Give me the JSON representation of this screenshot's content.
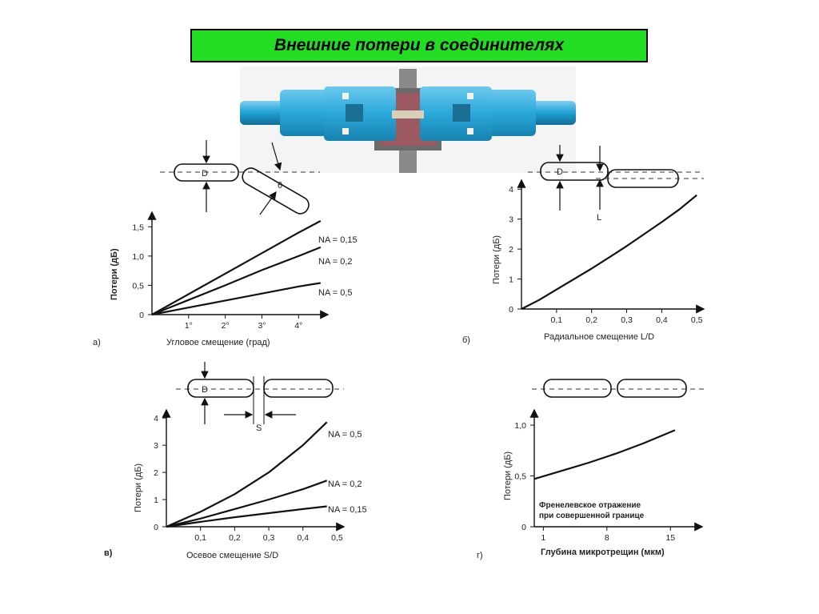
{
  "title": "Внешние потери в соединителях",
  "colors": {
    "title_bg": "#22dd22",
    "connector_blue": "#29a9d8",
    "ink": "#111111"
  },
  "panels": {
    "a": {
      "letter": "а)",
      "ylabel": "Потери (дБ)",
      "xlabel": "Угловое смещение (град)",
      "diagram_labels": {
        "d": "D",
        "theta": "θ"
      }
    },
    "b": {
      "letter": "б)",
      "ylabel": "Потери (дБ)",
      "xlabel": "Радиальное смещение L/D",
      "diagram_labels": {
        "d": "D",
        "l": "L"
      }
    },
    "v": {
      "letter": "в)",
      "ylabel": "Потери (дБ)",
      "xlabel": "Осевое смещение S/D",
      "diagram_labels": {
        "d": "D",
        "s": "S"
      }
    },
    "g": {
      "letter": "г)",
      "ylabel": "Потери (дБ)",
      "xlabel": "Глубина микротрещин (мкм)",
      "note_line1": "Френелевское отражение",
      "note_line2": "при совершенной границе"
    }
  },
  "chart_data": [
    {
      "id": "a",
      "type": "line",
      "xlabel": "Угловое смещение (град)",
      "ylabel": "Потери (дБ)",
      "xlim": [
        0,
        4.8
      ],
      "ylim": [
        0,
        1.75
      ],
      "xticks": [
        {
          "v": 1,
          "label": "1°"
        },
        {
          "v": 2,
          "label": "2°"
        },
        {
          "v": 3,
          "label": "3°"
        },
        {
          "v": 4,
          "label": "4°"
        }
      ],
      "yticks": [
        {
          "v": 0,
          "label": "0"
        },
        {
          "v": 0.5,
          "label": "0,5"
        },
        {
          "v": 1.0,
          "label": "1,0"
        },
        {
          "v": 1.5,
          "label": "1,5"
        }
      ],
      "series": [
        {
          "name": "NA = 0,15",
          "x": [
            0,
            1,
            2,
            3,
            4,
            4.6
          ],
          "y": [
            0,
            0.35,
            0.7,
            1.05,
            1.4,
            1.6
          ]
        },
        {
          "name": "NA = 0,2",
          "x": [
            0,
            1,
            2,
            3,
            4,
            4.6
          ],
          "y": [
            0,
            0.25,
            0.5,
            0.76,
            1.0,
            1.15
          ]
        },
        {
          "name": "NA = 0,5",
          "x": [
            0,
            1,
            2,
            3,
            4,
            4.6
          ],
          "y": [
            0,
            0.12,
            0.24,
            0.36,
            0.48,
            0.54
          ]
        }
      ]
    },
    {
      "id": "b",
      "type": "line",
      "xlabel": "Радиальное смещение L/D",
      "ylabel": "Потери (дБ)",
      "xlim": [
        0,
        0.52
      ],
      "ylim": [
        0,
        4.3
      ],
      "xticks": [
        {
          "v": 0.1,
          "label": "0,1"
        },
        {
          "v": 0.2,
          "label": "0,2"
        },
        {
          "v": 0.3,
          "label": "0,3"
        },
        {
          "v": 0.4,
          "label": "0,4"
        },
        {
          "v": 0.5,
          "label": "0,5"
        }
      ],
      "yticks": [
        {
          "v": 0,
          "label": "0"
        },
        {
          "v": 1,
          "label": "1"
        },
        {
          "v": 2,
          "label": "2"
        },
        {
          "v": 3,
          "label": "3"
        },
        {
          "v": 4,
          "label": "4"
        }
      ],
      "series": [
        {
          "x": [
            0.0,
            0.05,
            0.1,
            0.15,
            0.2,
            0.25,
            0.3,
            0.35,
            0.4,
            0.45,
            0.5
          ],
          "y": [
            0.0,
            0.3,
            0.65,
            1.0,
            1.35,
            1.72,
            2.1,
            2.5,
            2.9,
            3.32,
            3.8
          ]
        }
      ]
    },
    {
      "id": "v",
      "type": "line",
      "xlabel": "Осевое смещение S/D",
      "ylabel": "Потери (дБ)",
      "xlim": [
        0,
        0.52
      ],
      "ylim": [
        0,
        4.3
      ],
      "xticks": [
        {
          "v": 0.1,
          "label": "0,1"
        },
        {
          "v": 0.2,
          "label": "0,2"
        },
        {
          "v": 0.3,
          "label": "0,3"
        },
        {
          "v": 0.4,
          "label": "0,4"
        },
        {
          "v": 0.5,
          "label": "0,5"
        }
      ],
      "yticks": [
        {
          "v": 0,
          "label": "0"
        },
        {
          "v": 1,
          "label": "1"
        },
        {
          "v": 2,
          "label": "2"
        },
        {
          "v": 3,
          "label": "3"
        },
        {
          "v": 4,
          "label": "4"
        }
      ],
      "series": [
        {
          "name": "NA = 0,5",
          "x": [
            0.0,
            0.1,
            0.2,
            0.3,
            0.4,
            0.47
          ],
          "y": [
            0.0,
            0.55,
            1.2,
            2.0,
            3.0,
            3.85
          ]
        },
        {
          "name": "NA = 0,2",
          "x": [
            0.0,
            0.1,
            0.2,
            0.3,
            0.4,
            0.47
          ],
          "y": [
            0.0,
            0.3,
            0.65,
            1.0,
            1.38,
            1.7
          ]
        },
        {
          "name": "NA = 0,15",
          "x": [
            0.0,
            0.1,
            0.2,
            0.3,
            0.4,
            0.47
          ],
          "y": [
            0.0,
            0.18,
            0.35,
            0.5,
            0.65,
            0.75
          ]
        }
      ]
    },
    {
      "id": "g",
      "type": "line",
      "xlabel": "Глубина микротрещин (мкм)",
      "ylabel": "Потери (дБ)",
      "xlim": [
        0,
        18.5
      ],
      "ylim": [
        0,
        1.15
      ],
      "xticks": [
        {
          "v": 1,
          "label": "1"
        },
        {
          "v": 8,
          "label": "8"
        },
        {
          "v": 15,
          "label": "15"
        }
      ],
      "yticks": [
        {
          "v": 0,
          "label": "0"
        },
        {
          "v": 0.5,
          "label": "0,5"
        },
        {
          "v": 1.0,
          "label": "1,0"
        }
      ],
      "series": [
        {
          "x": [
            0,
            3,
            6,
            9,
            12,
            15.5
          ],
          "y": [
            0.47,
            0.55,
            0.63,
            0.72,
            0.82,
            0.95
          ]
        }
      ]
    }
  ]
}
